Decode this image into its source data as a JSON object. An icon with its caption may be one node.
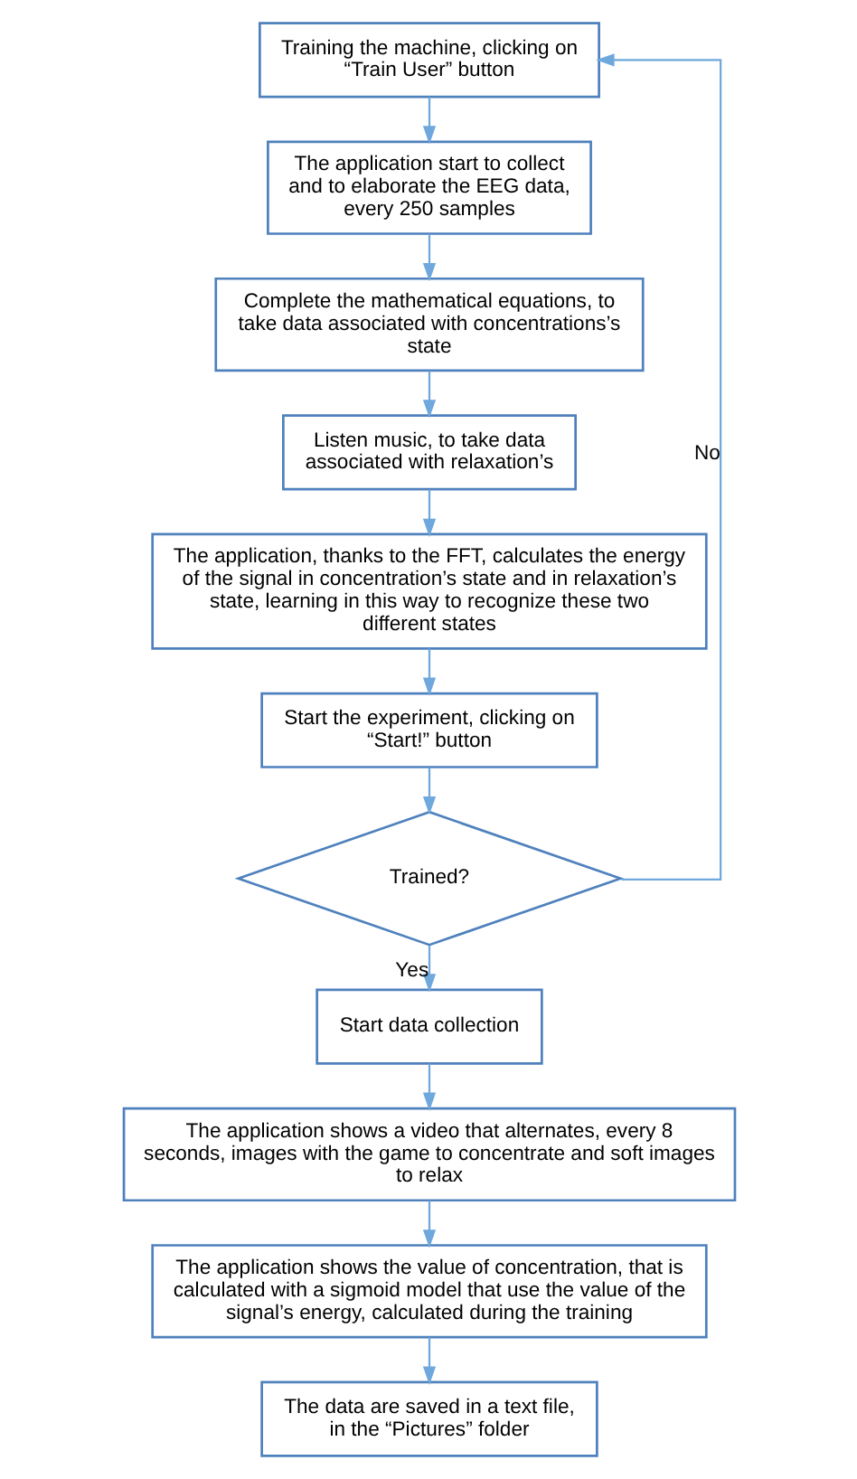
{
  "diagram": {
    "nodes": [
      {
        "text": [
          "Training the machine, clicking on “Train User” button"
        ]
      },
      {
        "text": [
          "The application start to collect and to elaborate the EEG data, every 250 samples"
        ]
      },
      {
        "text": [
          "Complete the mathematical equations, to take data associated with concentrations’s state"
        ]
      },
      {
        "text": [
          "Listen music, to take data associated with relaxation’s"
        ]
      },
      {
        "text": [
          "The application, thanks to the FFT, calculates the energy of the signal in concentration’s state and in relaxation’s state, learning in this way to recognize these two different states"
        ]
      },
      {
        "text": [
          "Start the experiment, clicking on “Start!” button"
        ]
      },
      {
        "text": [
          "Trained?"
        ]
      },
      {
        "text": [
          "Start data collection"
        ]
      },
      {
        "text": [
          "The application shows a video that alternates, every 8 seconds, images with the game to concentrate and soft images to relax"
        ]
      },
      {
        "text": [
          "The application shows the value of concentration, that is calculated with a sigmoid model that use the value of the signal’s energy, calculated during the training"
        ]
      },
      {
        "text": [
          "The data are saved in a text file, in the “Pictures” folder"
        ]
      }
    ],
    "edges": [
      {
        "from": 0,
        "to": 1,
        "arrow": "to"
      },
      {
        "from": 1,
        "to": 2,
        "arrow": "to"
      },
      {
        "from": 2,
        "to": 3,
        "arrow": "to"
      },
      {
        "from": 3,
        "to": 4,
        "arrow": "to"
      },
      {
        "from": 4,
        "to": 5,
        "arrow": "to"
      },
      {
        "from": 5,
        "to": 6,
        "arrow": "to"
      },
      {
        "from": 6,
        "to": 0,
        "arrow": "to",
        "label": "No"
      },
      {
        "from": 6,
        "to": 7,
        "arrow": "to",
        "label": "Yes"
      },
      {
        "from": 7,
        "to": 8,
        "arrow": "to"
      },
      {
        "from": 8,
        "to": 9,
        "arrow": "to"
      },
      {
        "from": 9,
        "to": 10,
        "arrow": "to"
      }
    ]
  }
}
